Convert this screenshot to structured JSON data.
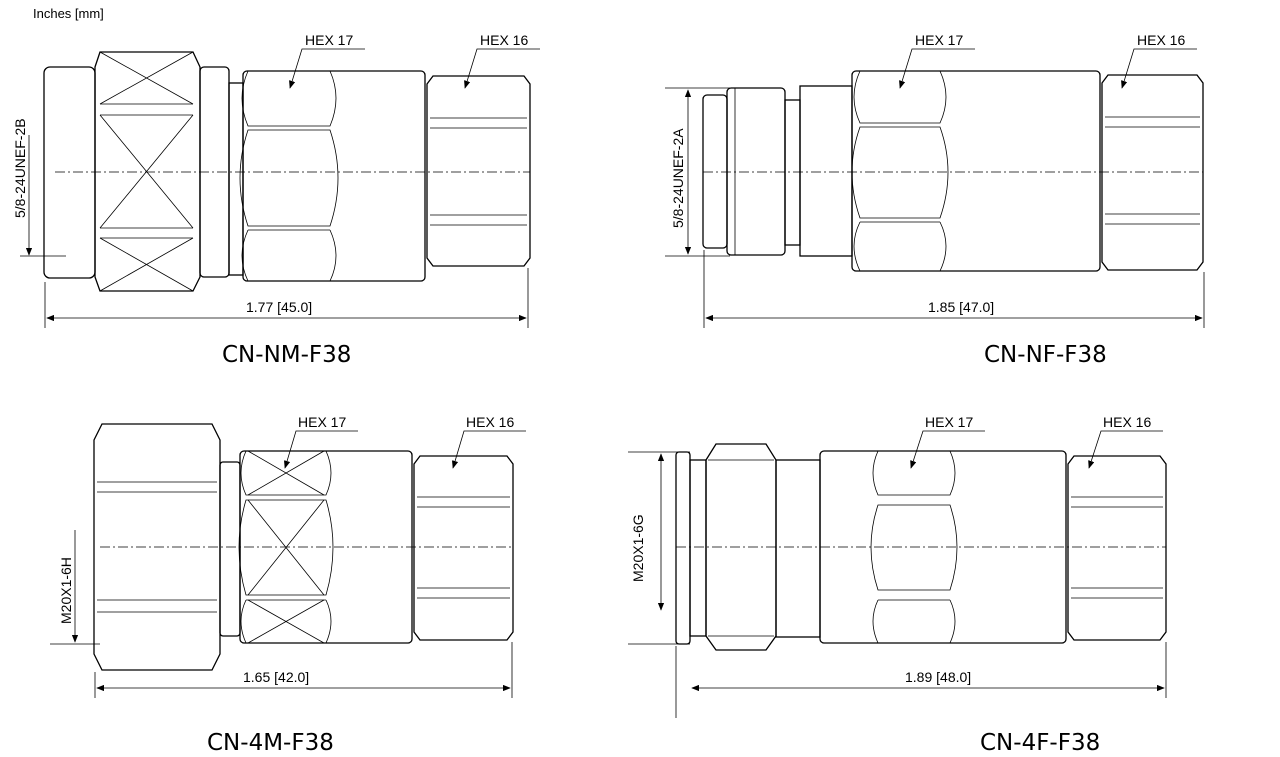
{
  "units_label": "Inches [mm]",
  "drawings": [
    {
      "title": "CN-NM-F38",
      "thread": "5/8-24UNEF-2B",
      "hex_a": "HEX 17",
      "hex_b": "HEX 16",
      "length": "1.77 [45.0]"
    },
    {
      "title": "CN-NF-F38",
      "thread": "5/8-24UNEF-2A",
      "hex_a": "HEX 17",
      "hex_b": "HEX 16",
      "length": "1.85 [47.0]"
    },
    {
      "title": "CN-4M-F38",
      "thread": "M20X1-6H",
      "hex_a": "HEX 17",
      "hex_b": "HEX 16",
      "length": "1.65 [42.0]"
    },
    {
      "title": "CN-4F-F38",
      "thread": "M20X1-6G",
      "hex_a": "HEX 17",
      "hex_b": "HEX 16",
      "length": "1.89 [48.0]"
    }
  ]
}
